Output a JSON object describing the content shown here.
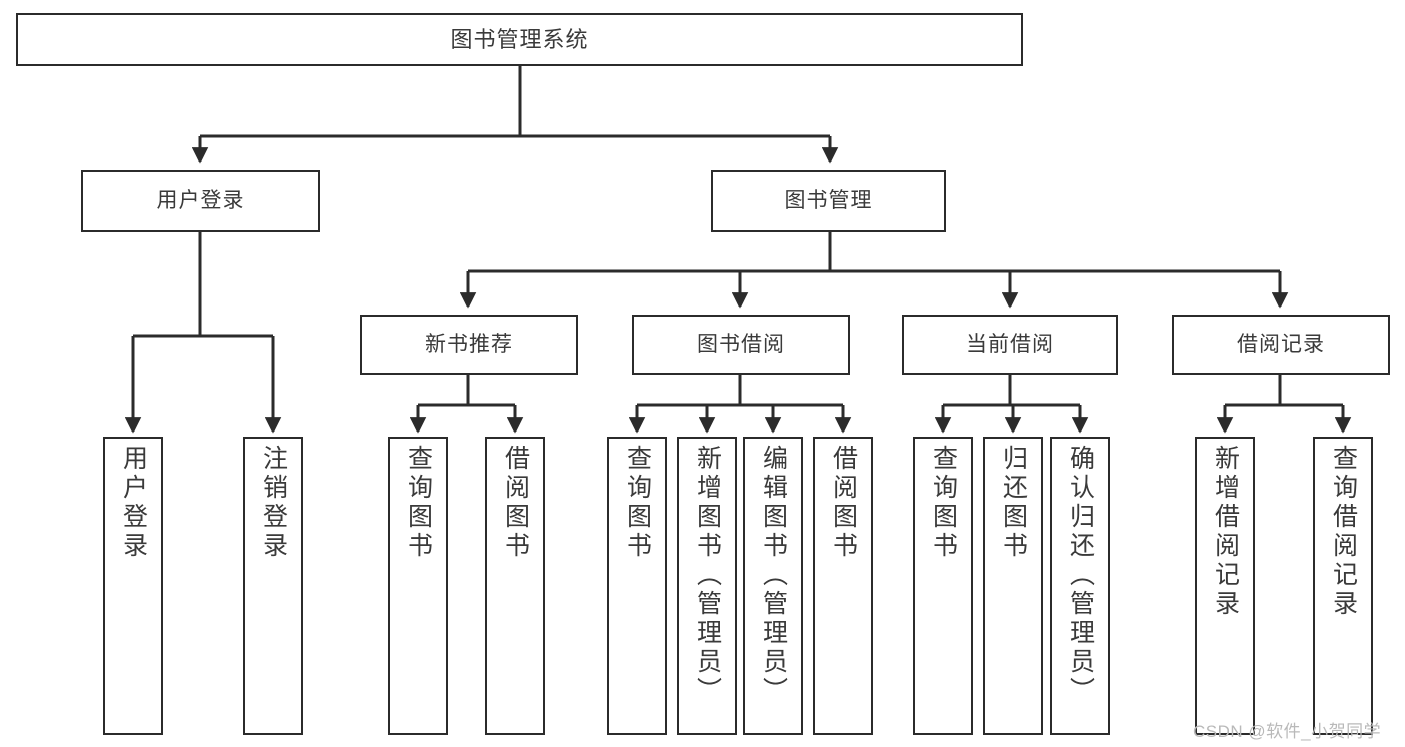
{
  "diagram": {
    "title": "图书管理系统",
    "type": "tree",
    "background_color": "#ffffff",
    "line_color": "#2b2b2b",
    "box_fill": "#ffffff",
    "text_color": "#3a3a3a"
  },
  "nodes": {
    "root": {
      "label": "图书管理系统"
    },
    "level2": [
      {
        "id": "user-login",
        "label": "用户登录"
      },
      {
        "id": "book-manage",
        "label": "图书管理"
      }
    ],
    "level3": [
      {
        "id": "new-book-recommend",
        "label": "新书推荐"
      },
      {
        "id": "book-borrow",
        "label": "图书借阅"
      },
      {
        "id": "current-borrow",
        "label": "当前借阅"
      },
      {
        "id": "borrow-record",
        "label": "借阅记录"
      }
    ],
    "leaves": {
      "user_login": [
        {
          "id": "leaf-user-login",
          "label": "用户登录"
        },
        {
          "id": "leaf-logout-login",
          "label": "注销登录"
        }
      ],
      "new_book_recommend": [
        {
          "id": "leaf-query-book-1",
          "label": "查询图书"
        },
        {
          "id": "leaf-borrow-book-1",
          "label": "借阅图书"
        }
      ],
      "book_borrow": [
        {
          "id": "leaf-query-book-2",
          "label": "查询图书"
        },
        {
          "id": "leaf-add-book",
          "label": "新增图书（管理员）"
        },
        {
          "id": "leaf-edit-book",
          "label": "编辑图书（管理员）"
        },
        {
          "id": "leaf-borrow-book-2",
          "label": "借阅图书"
        }
      ],
      "current_borrow": [
        {
          "id": "leaf-query-book-3",
          "label": "查询图书"
        },
        {
          "id": "leaf-return-book",
          "label": "归还图书"
        },
        {
          "id": "leaf-confirm-return",
          "label": "确认归还（管理员）"
        }
      ],
      "borrow_record": [
        {
          "id": "leaf-add-record",
          "label": "新增借阅记录"
        },
        {
          "id": "leaf-query-record",
          "label": "查询借阅记录"
        }
      ]
    }
  },
  "watermark": {
    "text": "CSDN @软件_小贺同学"
  }
}
